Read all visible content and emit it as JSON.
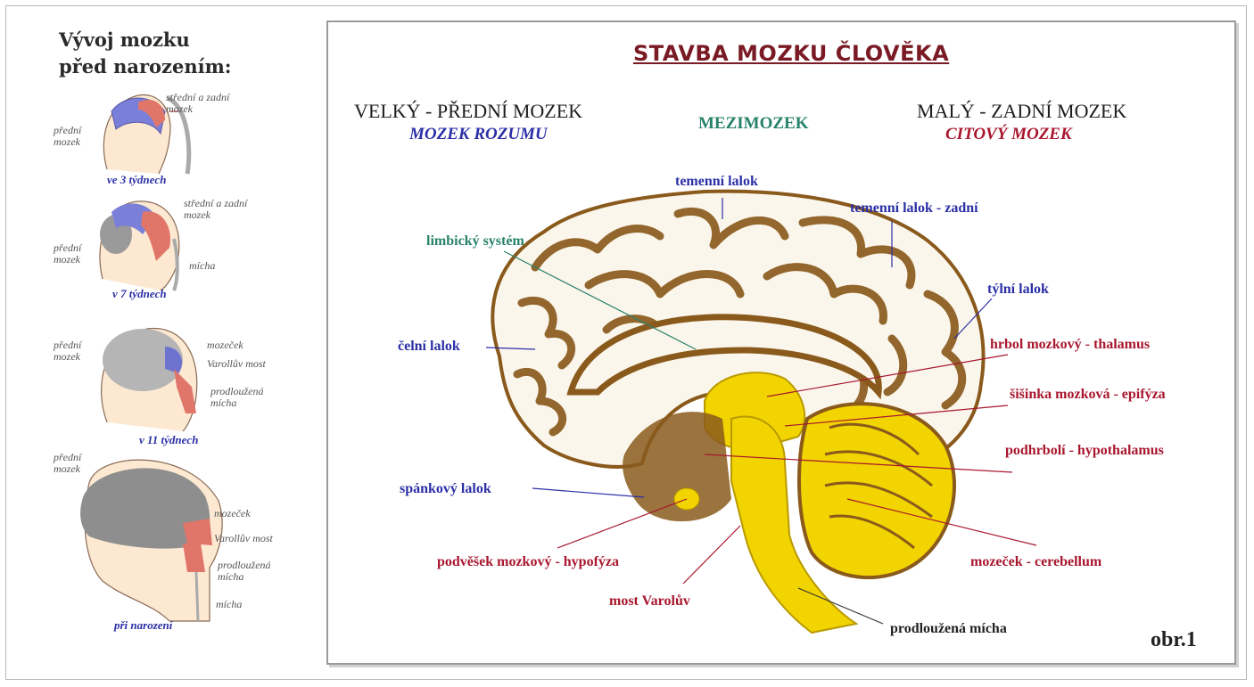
{
  "sidebar": {
    "title_line1": "Vývoj mozku",
    "title_line2": "před narozením:",
    "stage1": {
      "caption": "ve 3 týdnech",
      "label_a": "střední a zadní",
      "label_a2": "mozek",
      "label_b": "přední",
      "label_b2": "mozek"
    },
    "stage2": {
      "caption": "v 7 týdnech",
      "label_a": "střední a zadní",
      "label_a2": "mozek",
      "label_b": "přední",
      "label_b2": "mozek",
      "label_c": "mícha"
    },
    "stage3": {
      "caption": "v 11 týdnech",
      "label_a": "přední",
      "label_a2": "mozek",
      "label_b": "mozeček",
      "label_c": "Varollův most",
      "label_d": "prodloužená",
      "label_d2": "mícha"
    },
    "stage4": {
      "caption": "při narození",
      "label_a": "přední",
      "label_a2": "mozek",
      "label_b": "mozeček",
      "label_c": "Varollův most",
      "label_d": "prodloužená",
      "label_d2": "mícha",
      "label_e": "mícha"
    }
  },
  "panel": {
    "title": "STAVBA MOZKU ČLOVĚKA",
    "col_left_title": "VELKÝ  - PŘEDNÍ MOZEK",
    "col_left_sub": "MOZEK ROZUMU",
    "col_mid_title": "MEZIMOZEK",
    "col_right_title": "MALÝ - ZADNÍ MOZEK",
    "col_right_sub": "CITOVÝ MOZEK",
    "figure_number": "obr.1"
  },
  "labels": {
    "temenni": "temenní lalok",
    "temenni_zadni": "temenní lalok - zadní",
    "limbicky": "limbický systém",
    "tylni": "týlní lalok",
    "celni": "čelní lalok",
    "hrbol": "hrbol mozkový - thalamus",
    "sisinka": "šišinka mozková - epifýza",
    "podhrboli": "podhrbolí  - hypothalamus",
    "spankovy": "spánkový lalok",
    "podvesek": "podvěšek mozkový - hypofýza",
    "mozecek": "mozeček - cerebellum",
    "most": "most Varolův",
    "prodlouzena": "prodloužená mícha"
  },
  "colors": {
    "brain_brown": "#8a5a1c",
    "yellow": "#f2d400",
    "blue": "#2b2fa6",
    "red": "#a8172e",
    "green": "#27826a"
  }
}
